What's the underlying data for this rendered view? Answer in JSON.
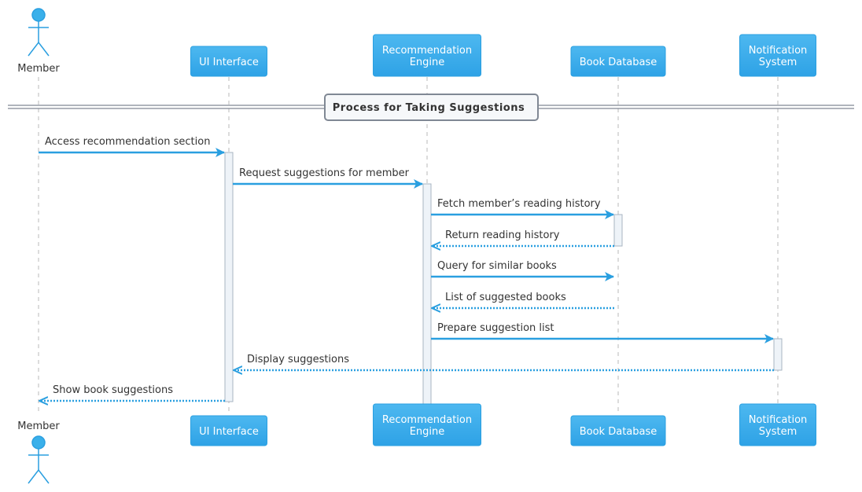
{
  "diagram": {
    "type": "sequence",
    "actor": {
      "label": "Member"
    },
    "participants": [
      {
        "id": "ui",
        "lines": [
          "UI Interface"
        ]
      },
      {
        "id": "engine",
        "lines": [
          "Recommendation",
          "Engine"
        ]
      },
      {
        "id": "db",
        "lines": [
          "Book Database"
        ]
      },
      {
        "id": "notify",
        "lines": [
          "Notification",
          "System"
        ]
      }
    ],
    "divider": "Process for Taking Suggestions",
    "messages": [
      {
        "from": "member",
        "to": "ui",
        "label": "Access recommendation section",
        "kind": "call"
      },
      {
        "from": "ui",
        "to": "engine",
        "label": "Request suggestions for member",
        "kind": "call"
      },
      {
        "from": "engine",
        "to": "db",
        "label": "Fetch member’s reading history",
        "kind": "call"
      },
      {
        "from": "db",
        "to": "engine",
        "label": "Return reading history",
        "kind": "reply"
      },
      {
        "from": "engine",
        "to": "db",
        "label": "Query for similar books",
        "kind": "call"
      },
      {
        "from": "db",
        "to": "engine",
        "label": "List of suggested books",
        "kind": "reply"
      },
      {
        "from": "engine",
        "to": "notify",
        "label": "Prepare suggestion list",
        "kind": "call"
      },
      {
        "from": "notify",
        "to": "ui",
        "label": "Display suggestions",
        "kind": "reply"
      },
      {
        "from": "ui",
        "to": "member",
        "label": "Show book suggestions",
        "kind": "reply"
      }
    ],
    "colors": {
      "participant_fill": "#35a9e8",
      "arrow": "#2a9fe0",
      "activation_fill": "#eef3f8",
      "divider_border": "#808894"
    }
  }
}
